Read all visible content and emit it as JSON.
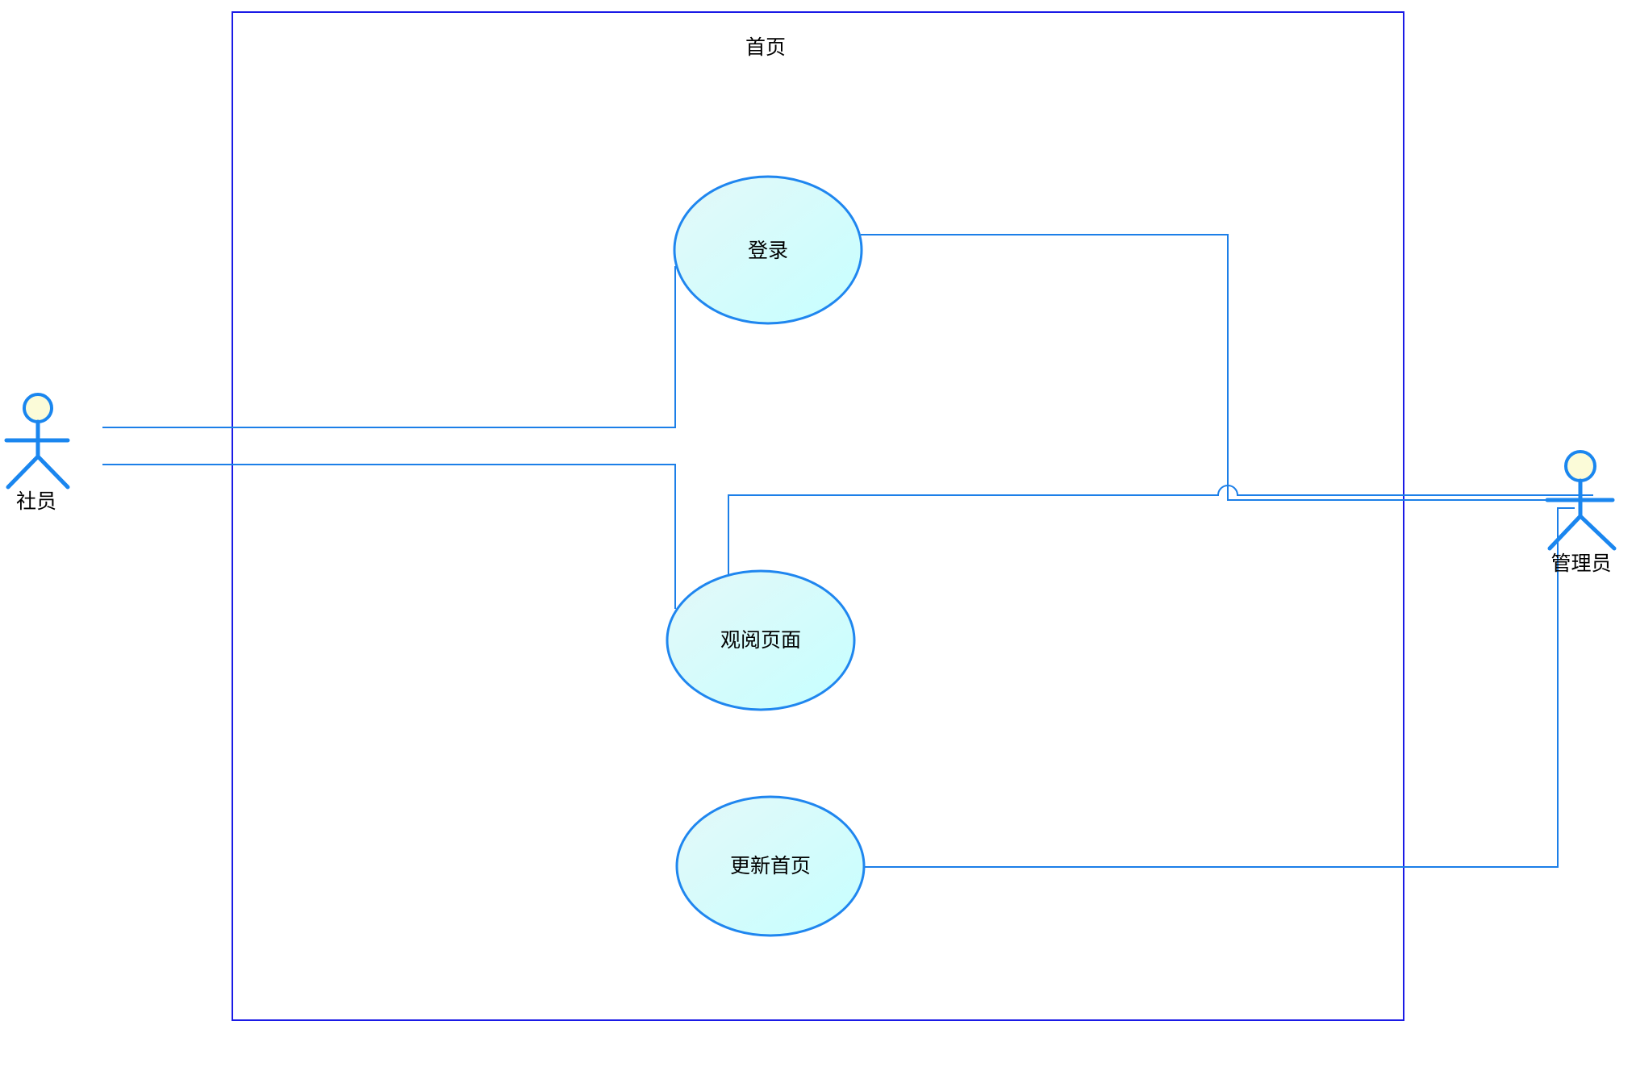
{
  "system": {
    "title": "首页"
  },
  "use_cases": {
    "login": "登录",
    "view_page": "观阅页面",
    "update_home": "更新首页"
  },
  "actors": {
    "member": "社员",
    "admin": "管理员"
  },
  "colors": {
    "boundary": "#1a1ae6",
    "line": "#1c7fe8",
    "actor_stroke": "#1a86ef",
    "actor_head": "#fbfbd8",
    "usecase_fill_start": "#e4f8f8",
    "usecase_fill_end": "#c6ffff",
    "usecase_stroke": "#1f86ef"
  }
}
